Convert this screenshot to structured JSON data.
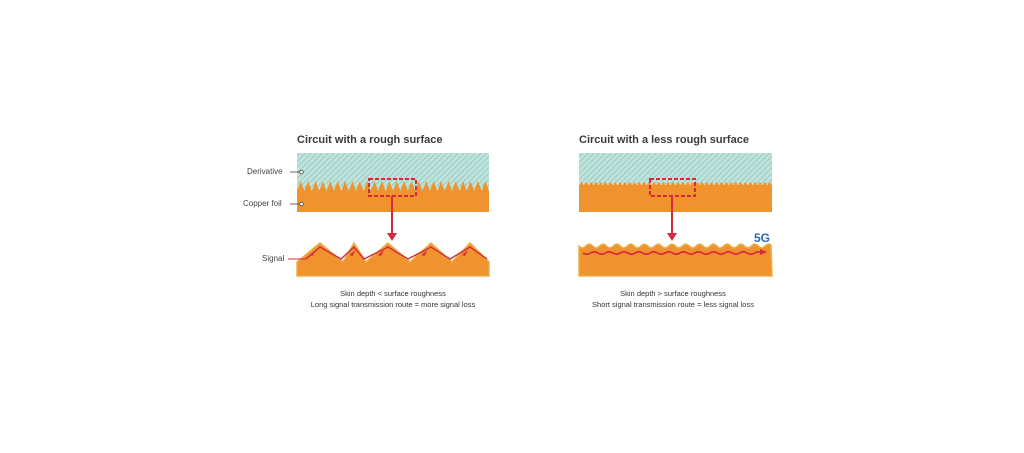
{
  "colors": {
    "copper": "#f0922e",
    "copper_edge": "#e8b04a",
    "dielectric": "#bfe3dc",
    "hatch": "#7dbdb4",
    "signal": "#d42a3b",
    "callout": "#d42a3b",
    "tag_5g": "#2a6cb8"
  },
  "left_panel": {
    "title": "Circuit with a rough surface",
    "label_derivative": "Derivative",
    "label_copper": "Copper foil",
    "label_signal": "Signal",
    "caption_line1": "Skin depth < surface roughness",
    "caption_line2": "Long signal transmission route = more signal loss"
  },
  "right_panel": {
    "title": "Circuit with a less rough surface",
    "tag": "5G",
    "caption_line1": "Skin depth > surface roughness",
    "caption_line2": "Short signal transmission route = less signal loss"
  }
}
